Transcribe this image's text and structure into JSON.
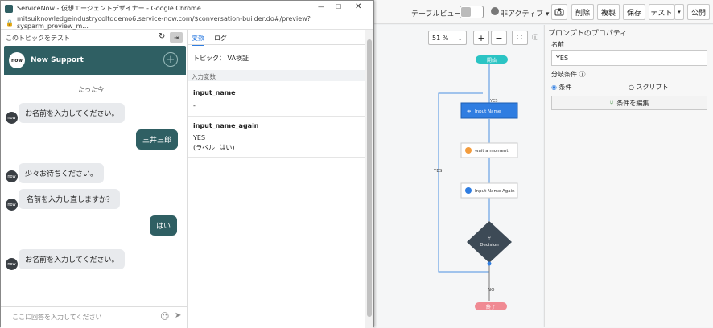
{
  "toolbar": {
    "table_view_label": "テーブルビュー",
    "status_label": "非アクティブ",
    "delete_label": "削除",
    "copy_label": "複製",
    "save_label": "保存",
    "test_label": "テスト",
    "publish_label": "公開"
  },
  "canvas": {
    "zoom": "51 %",
    "nodes": {
      "start": "開始",
      "input_name": "Input Name",
      "wait": "wait a moment",
      "input_again": "Input Name Again",
      "decision": "Decision",
      "end": "終了"
    },
    "edge_labels": {
      "yes_top": "YES",
      "yes_left": "YES",
      "no": "NO"
    }
  },
  "props": {
    "title": "プロンプトのプロパティ",
    "name_label": "名前",
    "name_value": "YES",
    "branch_label": "分岐条件",
    "radio_condition": "条件",
    "radio_script": "スクリプト",
    "edit_button": "条件を編集"
  },
  "browser": {
    "title": "ServiceNow - 仮想エージェントデザイナー - Google Chrome",
    "url": "mitsuiknowledgeindustrycoltddemo6.service-now.com/$conversation-builder.do#/preview?sysparm_preview_m..."
  },
  "chat": {
    "panel_title": "このトピックをテスト",
    "brand": "Now Support",
    "timestamp": "たった今",
    "messages": {
      "m1": "お名前を入力してください。",
      "m2": "三井三郎",
      "m3": "少々お待ちください。",
      "m4": "名前を入力し直しますか？",
      "m5": "はい",
      "m6": "お名前を入力してください。"
    },
    "input_placeholder": "ここに回答を入力してください"
  },
  "vars": {
    "tab_vars": "変数",
    "tab_log": "ログ",
    "topic_label": "トピック：",
    "topic_value": "VA検証",
    "section": "入力変数",
    "v1_name": "input_name",
    "v1_value": "-",
    "v2_name": "input_name_again",
    "v2_value": "YES",
    "v2_label": "(ラベル: はい)"
  },
  "colors": {
    "chat_header": "#2f5f63",
    "accent_blue": "#2f7de1",
    "start_node": "#2bc4c4",
    "end_node": "#f08a93",
    "decision": "#3d4a56"
  }
}
